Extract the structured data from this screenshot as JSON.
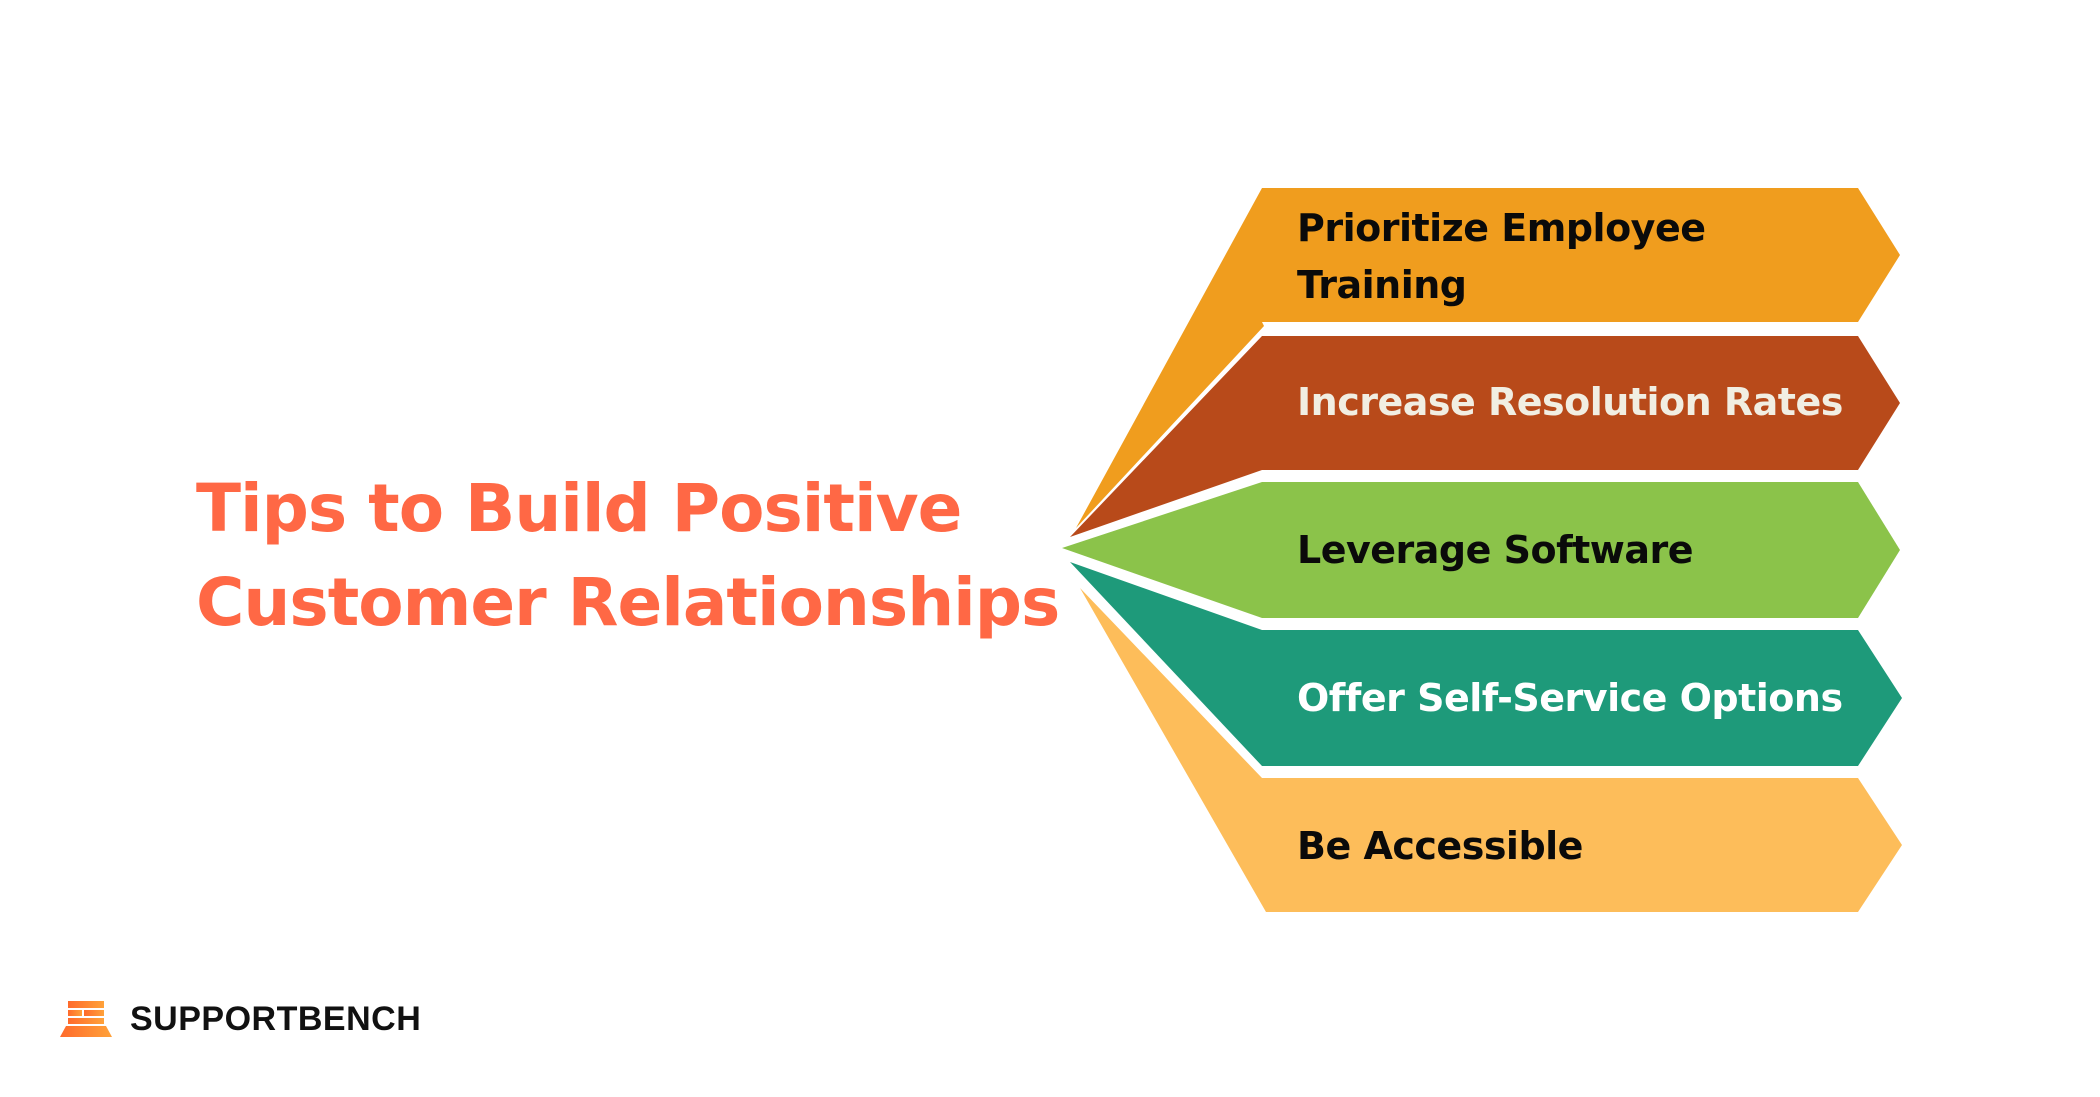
{
  "title": {
    "line1": "Tips to Build Positive",
    "line2": "Customer Relationships",
    "color": "#FF6845"
  },
  "tips": [
    {
      "label": "Prioritize Employee",
      "label_line2": "Training",
      "fill": "#F09D1E",
      "text_color": "#0A0A0A"
    },
    {
      "label": "Increase Resolution Rates",
      "fill": "#B84A1A",
      "text_color": "#F1EEE2"
    },
    {
      "label": "Leverage Software",
      "fill": "#8BC34A",
      "text_color": "#0A0A0A"
    },
    {
      "label": "Offer Self-Service Options",
      "fill": "#1E9A7A",
      "text_color": "#FFFFFF"
    },
    {
      "label": "Be Accessible",
      "fill": "#FDBD5A",
      "text_color": "#0A0A0A"
    }
  ],
  "brand": {
    "name": "SUPPORTBENCH",
    "icon": "supportbench-logo-icon",
    "gradient": [
      "#FF6A2B",
      "#FFA23A"
    ]
  }
}
